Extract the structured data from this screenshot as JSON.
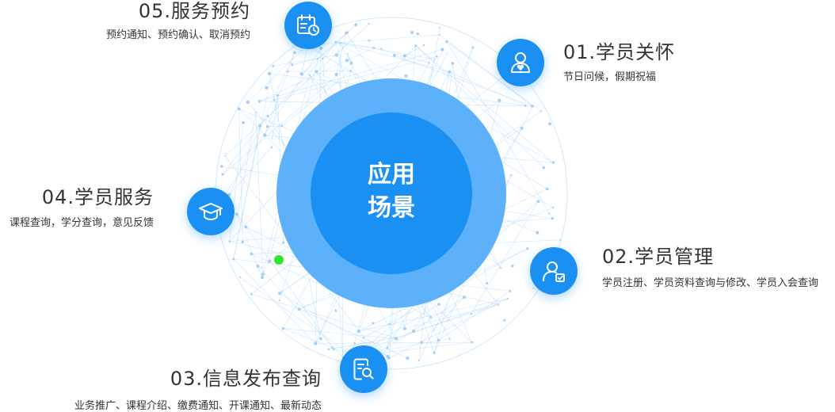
{
  "center": {
    "line1": "应用",
    "line2": "场景"
  },
  "items": [
    {
      "title": "05.服务预约",
      "desc": "预约通知、预约确认、取消预约",
      "icon": "calendar-clock-icon"
    },
    {
      "title": "01.学员关怀",
      "desc": "节日问候，假期祝福",
      "icon": "person-heart-icon"
    },
    {
      "title": "04.学员服务",
      "desc": "课程查询，学分查询，意见反馈",
      "icon": "graduation-cap-icon"
    },
    {
      "title": "02.学员管理",
      "desc": "学员注册、学员资料查询与修改、学员入会查询",
      "icon": "user-manage-icon"
    },
    {
      "title": "03.信息发布查询",
      "desc": "业务推广、课程介绍、缴费通知、开课通知、最新动态",
      "icon": "document-search-icon"
    }
  ],
  "colors": {
    "accent": "#1a90f3",
    "outer_ring": "#5db1fb",
    "inner_circle": "#1a90f3",
    "network": "#9fd0fb",
    "text": "#333333",
    "marker": "#2ee62a"
  }
}
